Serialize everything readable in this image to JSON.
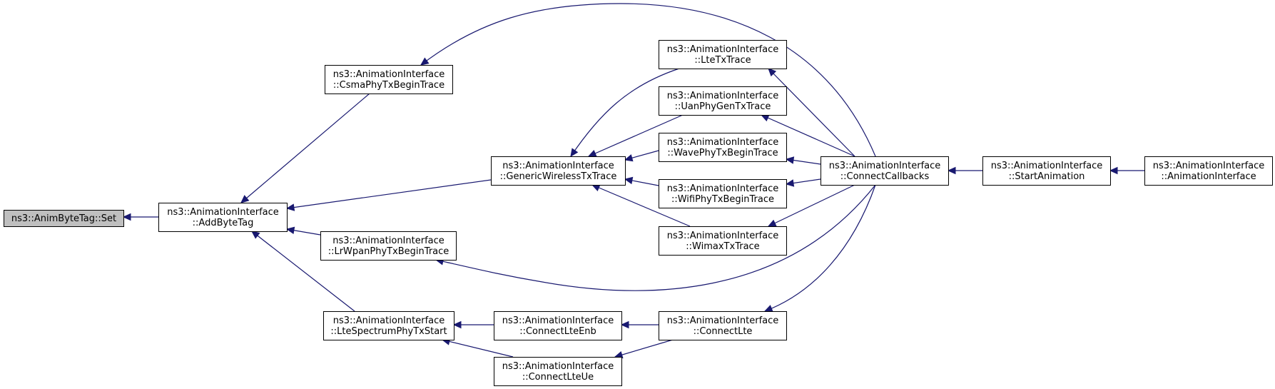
{
  "graph": {
    "colors": {
      "edge": "#191970",
      "node_border": "#000000",
      "node_fill": "#ffffff",
      "root_fill": "#bfbfbf",
      "background": "#ffffff"
    },
    "nodes": [
      {
        "id": "set",
        "lines": [
          "ns3::AnimByteTag::Set"
        ],
        "root": true
      },
      {
        "id": "addbytetag",
        "lines": [
          "ns3::AnimationInterface",
          "::AddByteTag"
        ]
      },
      {
        "id": "csma",
        "lines": [
          "ns3::AnimationInterface",
          "::CsmaPhyTxBeginTrace"
        ]
      },
      {
        "id": "lrwpan",
        "lines": [
          "ns3::AnimationInterface",
          "::LrWpanPhyTxBeginTrace"
        ]
      },
      {
        "id": "ltespectrum",
        "lines": [
          "ns3::AnimationInterface",
          "::LteSpectrumPhyTxStart"
        ]
      },
      {
        "id": "genericwireless",
        "lines": [
          "ns3::AnimationInterface",
          "::GenericWirelessTxTrace"
        ]
      },
      {
        "id": "connectlteenb",
        "lines": [
          "ns3::AnimationInterface",
          "::ConnectLteEnb"
        ]
      },
      {
        "id": "connectlteue",
        "lines": [
          "ns3::AnimationInterface",
          "::ConnectLteUe"
        ]
      },
      {
        "id": "ltetx",
        "lines": [
          "ns3::AnimationInterface",
          "::LteTxTrace"
        ]
      },
      {
        "id": "uanphy",
        "lines": [
          "ns3::AnimationInterface",
          "::UanPhyGenTxTrace"
        ]
      },
      {
        "id": "wavephy",
        "lines": [
          "ns3::AnimationInterface",
          "::WavePhyTxBeginTrace"
        ]
      },
      {
        "id": "wifiphy",
        "lines": [
          "ns3::AnimationInterface",
          "::WifiPhyTxBeginTrace"
        ]
      },
      {
        "id": "wimax",
        "lines": [
          "ns3::AnimationInterface",
          "::WimaxTxTrace"
        ]
      },
      {
        "id": "connectlte",
        "lines": [
          "ns3::AnimationInterface",
          "::ConnectLte"
        ]
      },
      {
        "id": "connectcallbacks",
        "lines": [
          "ns3::AnimationInterface",
          "::ConnectCallbacks"
        ]
      },
      {
        "id": "startanimation",
        "lines": [
          "ns3::AnimationInterface",
          "::StartAnimation"
        ]
      },
      {
        "id": "animationinterface",
        "lines": [
          "ns3::AnimationInterface",
          "::AnimationInterface"
        ]
      }
    ],
    "edges": [
      {
        "from": "addbytetag",
        "to": "set"
      },
      {
        "from": "csma",
        "to": "addbytetag"
      },
      {
        "from": "genericwireless",
        "to": "addbytetag"
      },
      {
        "from": "lrwpan",
        "to": "addbytetag"
      },
      {
        "from": "ltespectrum",
        "to": "addbytetag"
      },
      {
        "from": "connectcallbacks",
        "to": "csma"
      },
      {
        "from": "connectcallbacks",
        "to": "lrwpan"
      },
      {
        "from": "connectlteenb",
        "to": "ltespectrum"
      },
      {
        "from": "connectlteue",
        "to": "ltespectrum"
      },
      {
        "from": "ltetx",
        "to": "genericwireless"
      },
      {
        "from": "uanphy",
        "to": "genericwireless"
      },
      {
        "from": "wavephy",
        "to": "genericwireless"
      },
      {
        "from": "wifiphy",
        "to": "genericwireless"
      },
      {
        "from": "wimax",
        "to": "genericwireless"
      },
      {
        "from": "connectlte",
        "to": "connectlteenb"
      },
      {
        "from": "connectlte",
        "to": "connectlteue"
      },
      {
        "from": "connectcallbacks",
        "to": "ltetx"
      },
      {
        "from": "connectcallbacks",
        "to": "uanphy"
      },
      {
        "from": "connectcallbacks",
        "to": "wavephy"
      },
      {
        "from": "connectcallbacks",
        "to": "wifiphy"
      },
      {
        "from": "connectcallbacks",
        "to": "wimax"
      },
      {
        "from": "connectcallbacks",
        "to": "connectlte"
      },
      {
        "from": "startanimation",
        "to": "connectcallbacks"
      },
      {
        "from": "animationinterface",
        "to": "startanimation"
      }
    ]
  }
}
